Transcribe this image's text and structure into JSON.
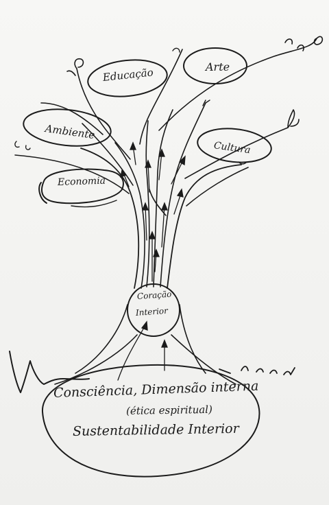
{
  "branches": {
    "educacao": "Educação",
    "arte": "Arte",
    "ambiente": "Ambiente",
    "cultura": "Cultura",
    "economia": "Economia"
  },
  "trunk": {
    "line1": "Coração",
    "line2": "Interior"
  },
  "roots": {
    "line1": "Consciência, Dimensão interna",
    "line2": "(ética espiritual)",
    "line3": "Sustentabilidade Interior"
  },
  "colors": {
    "ink": "#1b1b1b",
    "paper": "#f4f4f2"
  }
}
